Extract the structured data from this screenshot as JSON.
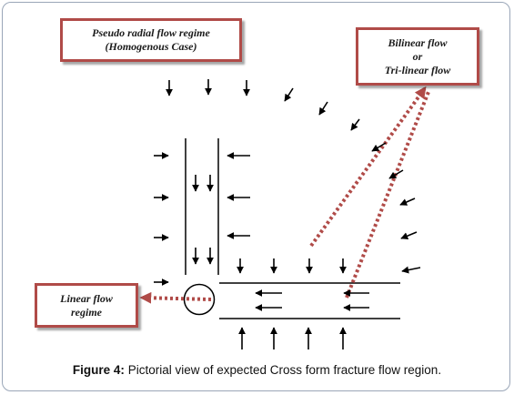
{
  "labels": {
    "pseudo_radial": {
      "line1": "Pseudo radial flow regime",
      "line2": "(Homogenous Case)"
    },
    "bilinear": {
      "line1": "Bilinear flow",
      "line2": "or",
      "line3": "Tri-linear flow"
    },
    "linear": {
      "line1": "Linear flow",
      "line2": "regime"
    }
  },
  "caption": {
    "figure_label": "Figure 4:",
    "text": " Pictorial view of expected Cross form fracture flow region."
  },
  "colors": {
    "box_border": "#b04b48",
    "dotted_arrow": "#b04b48",
    "flow_arrow": "#000000",
    "frame_border": "#9aa6b8"
  }
}
